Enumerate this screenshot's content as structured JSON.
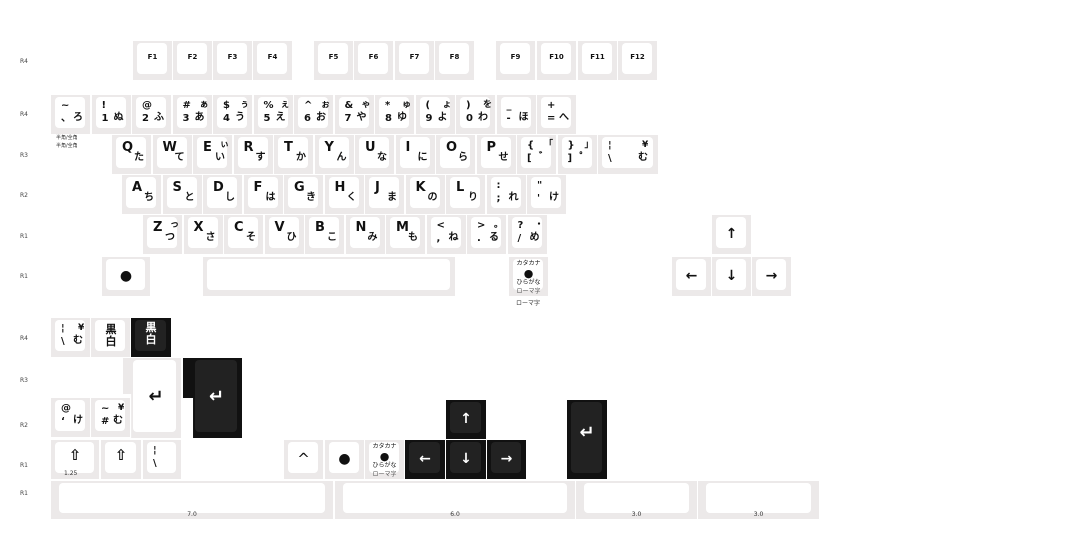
{
  "row_labels": [
    "R4",
    "R4",
    "R3",
    "R2",
    "R1",
    "R1",
    "R4",
    "R3",
    "R2",
    "R1",
    "R1"
  ],
  "fn_row": [
    "F1",
    "F2",
    "F3",
    "F4",
    "F5",
    "F6",
    "F7",
    "F8",
    "F9",
    "F10",
    "F11",
    "F12"
  ],
  "num_row": [
    {
      "tl": "~",
      "bl": "、",
      "br": "ろ"
    },
    {
      "tl": "!",
      "bl": "1",
      "br": "ぬ"
    },
    {
      "tl": "@",
      "bl": "2",
      "br": "ふ"
    },
    {
      "tl": "#",
      "tr": "ぁ",
      "bl": "3",
      "br": "あ"
    },
    {
      "tl": "$",
      "tr": "ぅ",
      "bl": "4",
      "br": "う"
    },
    {
      "tl": "%",
      "tr": "ぇ",
      "bl": "5",
      "br": "え"
    },
    {
      "tl": "^",
      "tr": "ぉ",
      "bl": "6",
      "br": "お"
    },
    {
      "tl": "&",
      "tr": "ゃ",
      "bl": "7",
      "br": "や"
    },
    {
      "tl": "*",
      "tr": "ゅ",
      "bl": "8",
      "br": "ゆ"
    },
    {
      "tl": "(",
      "tr": "ょ",
      "bl": "9",
      "br": "よ"
    },
    {
      "tl": ")",
      "tr": "を",
      "bl": "0",
      "br": "わ"
    },
    {
      "tl": "_",
      "bl": "-",
      "br": "ほ"
    },
    {
      "tl": "+",
      "bl": "=",
      "br": "へ"
    }
  ],
  "num_row_note": [
    "半角/全角",
    "半角/全角"
  ],
  "q_row": [
    {
      "tl": "Q",
      "br": "た"
    },
    {
      "tl": "W",
      "br": "て"
    },
    {
      "tl": "E",
      "tr": "ぃ",
      "br": "い"
    },
    {
      "tl": "R",
      "br": "す"
    },
    {
      "tl": "T",
      "br": "か"
    },
    {
      "tl": "Y",
      "br": "ん"
    },
    {
      "tl": "U",
      "br": "な"
    },
    {
      "tl": "I",
      "br": "に"
    },
    {
      "tl": "O",
      "br": "ら"
    },
    {
      "tl": "P",
      "br": "せ"
    },
    {
      "tl": "{",
      "tr": "「",
      "bl": "[",
      "br": "゛"
    },
    {
      "tl": "}",
      "tr": "」",
      "bl": "]",
      "br": "゜"
    },
    {
      "tl": "¦",
      "tr": "¥",
      "bl": "\\",
      "br": "む"
    }
  ],
  "a_row": [
    {
      "tl": "A",
      "br": "ち"
    },
    {
      "tl": "S",
      "br": "と"
    },
    {
      "tl": "D",
      "br": "し"
    },
    {
      "tl": "F",
      "br": "は"
    },
    {
      "tl": "G",
      "br": "き"
    },
    {
      "tl": "H",
      "br": "く"
    },
    {
      "tl": "J",
      "br": "ま"
    },
    {
      "tl": "K",
      "br": "の"
    },
    {
      "tl": "L",
      "br": "り"
    },
    {
      "tl": ":",
      "bl": ";",
      "br": "れ"
    },
    {
      "tl": "\"",
      "bl": "'",
      "br": "け"
    }
  ],
  "z_row": [
    {
      "tl": "Z",
      "tr": "っ",
      "br": "つ"
    },
    {
      "tl": "X",
      "br": "さ"
    },
    {
      "tl": "C",
      "br": "そ"
    },
    {
      "tl": "V",
      "br": "ひ"
    },
    {
      "tl": "B",
      "br": "こ"
    },
    {
      "tl": "N",
      "br": "み"
    },
    {
      "tl": "M",
      "br": "も"
    },
    {
      "tl": "<",
      "bl": ",",
      "br": "ね"
    },
    {
      "tl": ">",
      "tr": "。",
      "bl": ".",
      "br": "る"
    },
    {
      "tl": "?",
      "tr": "・",
      "bl": "/",
      "br": "め"
    }
  ],
  "bottom_row": {
    "dot": "●",
    "space": "",
    "kana": {
      "top": "カタカナ",
      "mid": "●",
      "bot": "ひらがな",
      "under": "ローマ字"
    }
  },
  "arrows": {
    "up": "↑",
    "left": "←",
    "down": "↓",
    "right": "→"
  },
  "extras": {
    "yen_key": {
      "tl": "¦",
      "tr": "¥",
      "bl": "\\",
      "br": "む"
    },
    "kuro_shiro": "黒白",
    "kuro_shiro_dark": "黒白",
    "enter": "↵",
    "at_key": {
      "tl": "@",
      "bl": "‘",
      "br": "け"
    },
    "tilde_key": {
      "tl": "~",
      "tr": "¥",
      "bl": "#",
      "br": "む"
    },
    "shift": "⇧",
    "shift_label": "1.25",
    "pipe_key": {
      "tl": "¦",
      "bl": "\\"
    },
    "caret": "^",
    "dot": "●",
    "kana": {
      "top": "カタカナ",
      "mid": "●",
      "bot": "ひらがな",
      "under": "ローマ字"
    },
    "spacebars": [
      "7.0",
      "6.0",
      "3.0",
      "3.0"
    ]
  },
  "colors": {
    "keycap_light": "#ffffff",
    "keycap_side": "#ece9e9",
    "keycap_dark": "#222222",
    "keycap_dark_side": "#111111"
  }
}
